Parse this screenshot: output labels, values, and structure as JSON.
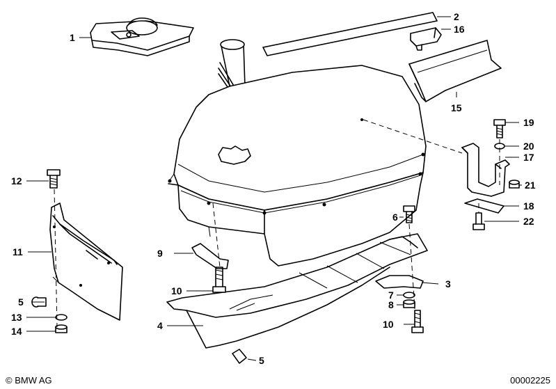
{
  "callouts": [
    {
      "id": "c1",
      "text": "1"
    },
    {
      "id": "c2",
      "text": "2"
    },
    {
      "id": "c3",
      "text": "3"
    },
    {
      "id": "c4",
      "text": "4"
    },
    {
      "id": "c5a",
      "text": "5"
    },
    {
      "id": "c5b",
      "text": "5"
    },
    {
      "id": "c6",
      "text": "6"
    },
    {
      "id": "c7",
      "text": "7"
    },
    {
      "id": "c8",
      "text": "8"
    },
    {
      "id": "c9",
      "text": "9"
    },
    {
      "id": "c10a",
      "text": "10"
    },
    {
      "id": "c10b",
      "text": "10"
    },
    {
      "id": "c11",
      "text": "11"
    },
    {
      "id": "c12",
      "text": "12"
    },
    {
      "id": "c13",
      "text": "13"
    },
    {
      "id": "c14",
      "text": "14"
    },
    {
      "id": "c15",
      "text": "15"
    },
    {
      "id": "c16",
      "text": "16"
    },
    {
      "id": "c17",
      "text": "17"
    },
    {
      "id": "c18",
      "text": "18"
    },
    {
      "id": "c19",
      "text": "19"
    },
    {
      "id": "c20",
      "text": "20"
    },
    {
      "id": "c21",
      "text": "21"
    },
    {
      "id": "c22",
      "text": "22"
    }
  ],
  "footer": {
    "copyright": "© BMW AG",
    "doc_number": "00002225"
  }
}
